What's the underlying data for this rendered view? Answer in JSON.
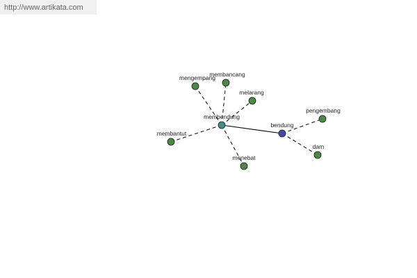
{
  "source": {
    "url_text": "http://www.artikata.com"
  },
  "colors": {
    "synonym_node": "#4a8a45",
    "hub_node": "#4b8a86",
    "root_node": "#3b4fa0",
    "edge": "#000000"
  },
  "graph": {
    "nodes": [
      {
        "id": "membendung",
        "label": "membendung",
        "kind": "hub"
      },
      {
        "id": "bendung",
        "label": "bendung",
        "kind": "root"
      },
      {
        "id": "mengempang",
        "label": "mengempang",
        "kind": "synonym"
      },
      {
        "id": "membancang",
        "label": "membancang",
        "kind": "synonym"
      },
      {
        "id": "melarang",
        "label": "melarang",
        "kind": "synonym"
      },
      {
        "id": "membantut",
        "label": "membantut",
        "kind": "synonym"
      },
      {
        "id": "menebat",
        "label": "menebat",
        "kind": "synonym"
      },
      {
        "id": "pengembang",
        "label": "pengembang",
        "kind": "synonym"
      },
      {
        "id": "dam",
        "label": "dam",
        "kind": "synonym"
      }
    ],
    "edges": [
      {
        "from": "membendung",
        "to": "bendung",
        "style": "solid"
      },
      {
        "from": "membendung",
        "to": "mengempang",
        "style": "dashed"
      },
      {
        "from": "membendung",
        "to": "membancang",
        "style": "dashed"
      },
      {
        "from": "membendung",
        "to": "melarang",
        "style": "dashed"
      },
      {
        "from": "membendung",
        "to": "membantut",
        "style": "dashed"
      },
      {
        "from": "membendung",
        "to": "menebat",
        "style": "dashed"
      },
      {
        "from": "bendung",
        "to": "pengembang",
        "style": "dashed"
      },
      {
        "from": "bendung",
        "to": "dam",
        "style": "dashed"
      }
    ]
  }
}
